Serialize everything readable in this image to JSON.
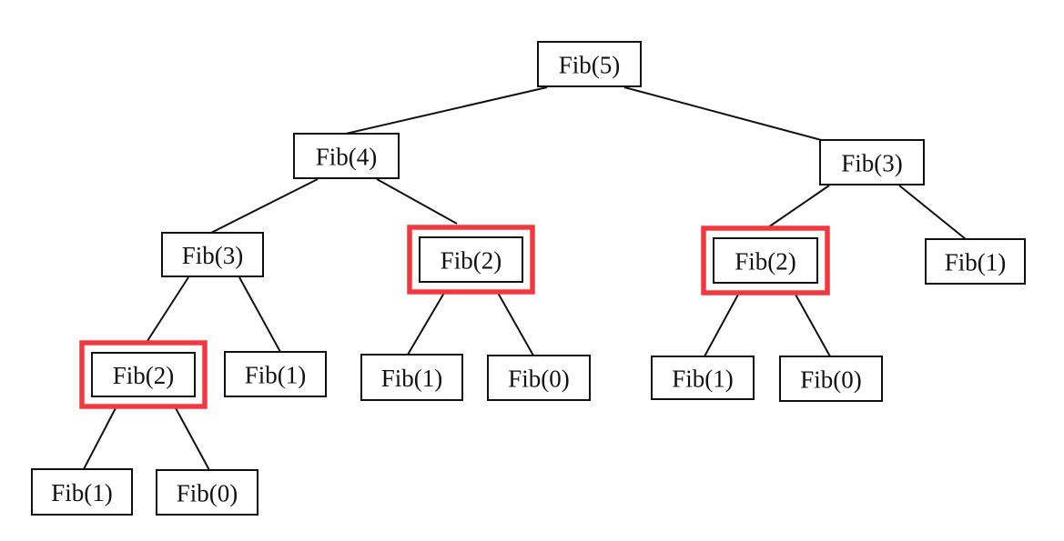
{
  "diagram": {
    "colors": {
      "ink": "#111111",
      "highlight": "#f0383e",
      "background": "#ffffff"
    },
    "nodes": [
      {
        "id": "n0",
        "label": "Fib(5)"
      },
      {
        "id": "n1",
        "label": "Fib(4)"
      },
      {
        "id": "n2",
        "label": "Fib(3)"
      },
      {
        "id": "n3",
        "label": "Fib(3)"
      },
      {
        "id": "n4",
        "label": "Fib(2)",
        "highlighted": true
      },
      {
        "id": "n5",
        "label": "Fib(2)",
        "highlighted": true
      },
      {
        "id": "n6",
        "label": "Fib(1)"
      },
      {
        "id": "n7",
        "label": "Fib(2)",
        "highlighted": true
      },
      {
        "id": "n8",
        "label": "Fib(1)"
      },
      {
        "id": "n9",
        "label": "Fib(1)"
      },
      {
        "id": "n10",
        "label": "Fib(0)"
      },
      {
        "id": "n11",
        "label": "Fib(1)"
      },
      {
        "id": "n12",
        "label": "Fib(0)"
      },
      {
        "id": "n13",
        "label": "Fib(1)"
      },
      {
        "id": "n14",
        "label": "Fib(0)"
      }
    ],
    "edges": [
      [
        "n0",
        "n1"
      ],
      [
        "n0",
        "n2"
      ],
      [
        "n1",
        "n3"
      ],
      [
        "n1",
        "n4"
      ],
      [
        "n2",
        "n5"
      ],
      [
        "n2",
        "n6"
      ],
      [
        "n3",
        "n7"
      ],
      [
        "n3",
        "n8"
      ],
      [
        "n4",
        "n9"
      ],
      [
        "n4",
        "n10"
      ],
      [
        "n5",
        "n11"
      ],
      [
        "n5",
        "n12"
      ],
      [
        "n7",
        "n13"
      ],
      [
        "n7",
        "n14"
      ]
    ]
  }
}
